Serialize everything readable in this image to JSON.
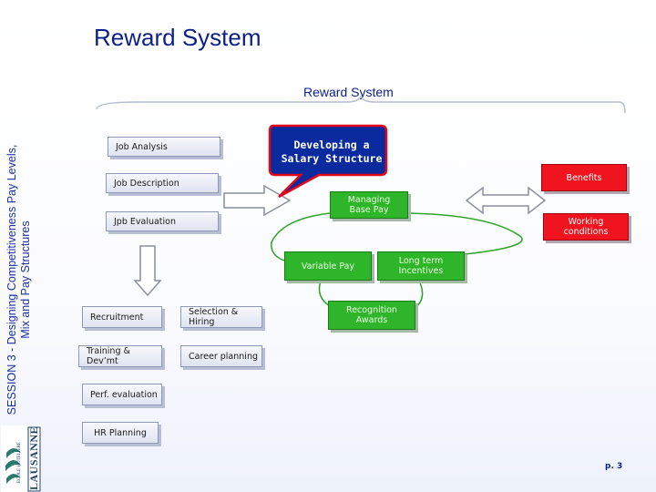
{
  "slide": {
    "title": "Reward System",
    "subtitle": "Reward System",
    "side_text": "SESSION 3 - Designing Competitiveness Pay Levels, Mix and Pay Structures",
    "page_number": "p. 3",
    "logo_text": "LAUSANNE",
    "logo_small": "ECOLE HOTELIERE"
  },
  "left_column": {
    "job_analysis": "Job Analysis",
    "job_description": "Job Description",
    "job_evaluation": "Jpb Evaluation"
  },
  "hr_functions": {
    "recruitment": "Recruitment",
    "selection": "Selection & Hiring",
    "training": "Training & Dev’mt",
    "career": "Career planning",
    "perf": "Perf. evaluation",
    "hr_planning": "HR Planning"
  },
  "callout": {
    "text": "Developing a Salary Structure"
  },
  "red_boxes": {
    "benefits": "Benefits",
    "working": "Working conditions"
  },
  "green_boxes": {
    "base_pay": "Managing Base Pay",
    "variable": "Variable Pay",
    "incentives": "Long term Incentives",
    "recognition": "Recognition Awards"
  },
  "colors": {
    "title": "#0b1f8a",
    "red": "#f0141e",
    "green": "#2fb52a",
    "callout": "#0a2a9e"
  }
}
